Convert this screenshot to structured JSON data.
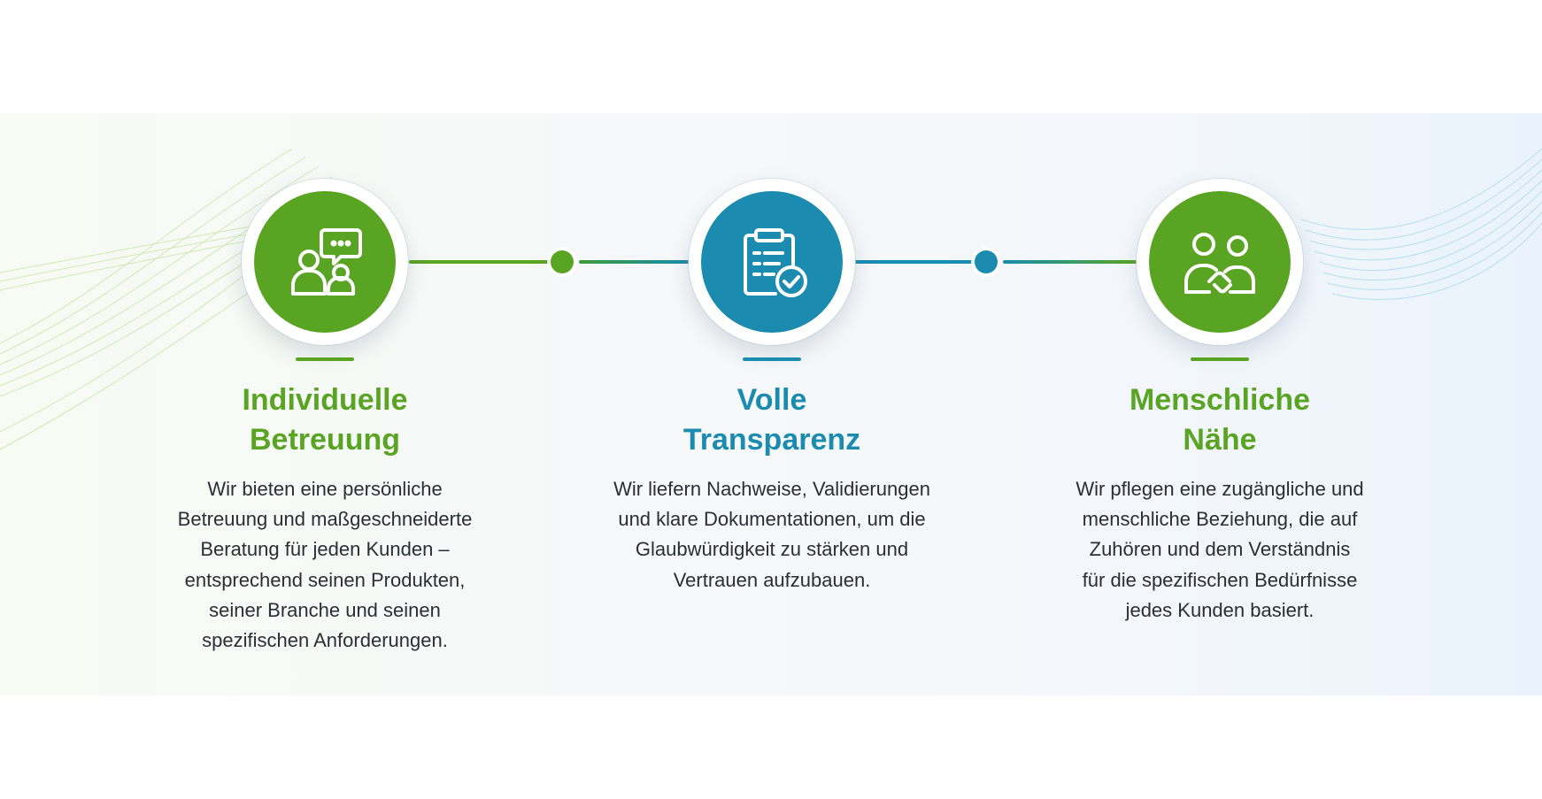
{
  "colors": {
    "green": "#5aa423",
    "blue": "#1b8bb0",
    "text": "#2a2f33"
  },
  "features": [
    {
      "icon": "chat-people-icon",
      "color": "green",
      "title_lines": [
        "Individuelle",
        "Betreuung"
      ],
      "body_lines": [
        "Wir bieten eine persönliche",
        "Betreuung und maßgeschneiderte",
        "Beratung für jeden Kunden –",
        "entsprechend seinen Produkten,",
        "seiner Branche und seinen",
        "spezifischen Anforderungen."
      ]
    },
    {
      "icon": "checklist-check-icon",
      "color": "blue",
      "title_lines": [
        "Volle",
        "Transparenz"
      ],
      "body_lines": [
        "Wir liefern Nachweise, Validierungen",
        "und klare Dokumentationen, um die",
        "Glaubwürdigkeit zu stärken und",
        "Vertrauen aufzubauen."
      ]
    },
    {
      "icon": "handshake-people-icon",
      "color": "green",
      "title_lines": [
        "Menschliche",
        "Nähe"
      ],
      "body_lines": [
        "Wir pflegen eine zugängliche und",
        "menschliche Beziehung, die auf",
        "Zuhören und dem Verständnis",
        "für die spezifischen Bedürfnisse",
        "jedes Kunden basiert."
      ]
    }
  ]
}
